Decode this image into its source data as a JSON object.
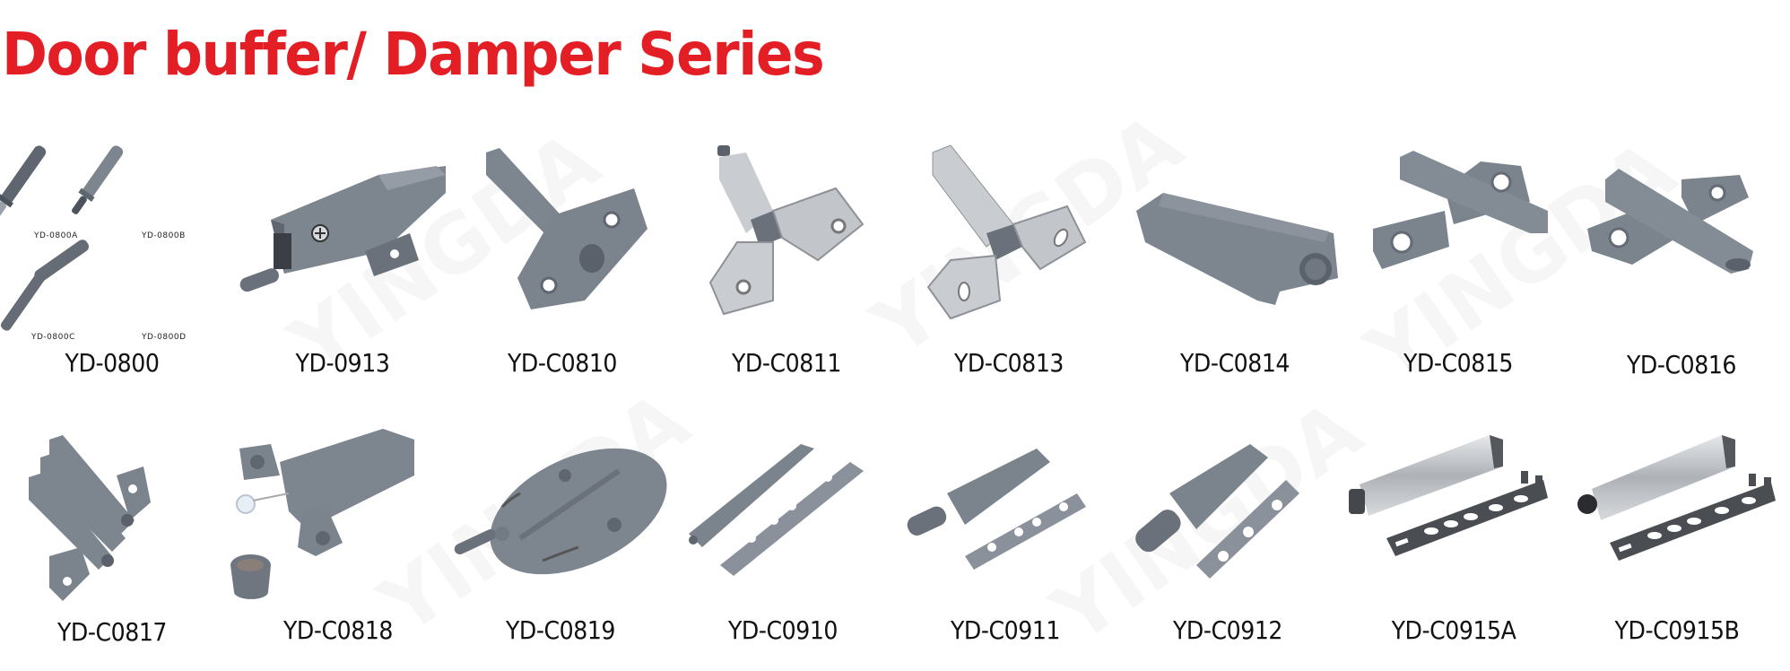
{
  "page": {
    "title": "Door buffer/ Damper Series",
    "title_color": "#e31e24",
    "watermark": "YINGDA"
  },
  "products": {
    "row1": [
      {
        "code": "YD-0800",
        "variants": [
          "YD-0800A",
          "YD-0800B",
          "YD-0800C",
          "YD-0800D"
        ]
      },
      {
        "code": "YD-0913"
      },
      {
        "code": "YD-C0810"
      },
      {
        "code": "YD-C0811"
      },
      {
        "code": "YD-C0813"
      },
      {
        "code": "YD-C0814"
      },
      {
        "code": "YD-C0815"
      },
      {
        "code": "YD-C0816"
      }
    ],
    "row2": [
      {
        "code": "YD-C0817"
      },
      {
        "code": "YD-C0818"
      },
      {
        "code": "YD-C0819"
      },
      {
        "code": "YD-C0910"
      },
      {
        "code": "YD-C0911"
      },
      {
        "code": "YD-C0912"
      },
      {
        "code": "YD-C0915A"
      },
      {
        "code": "YD-C0915B"
      }
    ]
  },
  "colors": {
    "plastic_grey": "#7d858f",
    "plastic_dark": "#5f6670",
    "metal_silver": "#c9ccd0",
    "metal_dark": "#8e9298",
    "plate_dark": "#4a4d52"
  }
}
